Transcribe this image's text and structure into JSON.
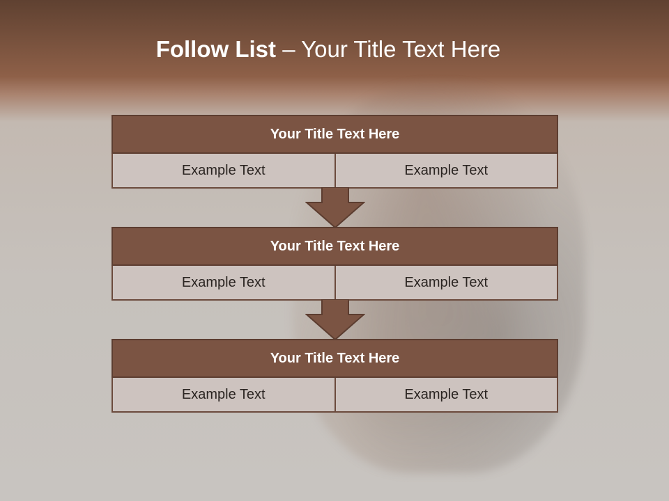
{
  "slide": {
    "title_bold": "Follow List",
    "title_rest": " – Your Title Text Here"
  },
  "steps": [
    {
      "title": "Your Title Text Here",
      "left": "Example Text",
      "right": "Example Text"
    },
    {
      "title": "Your Title Text Here",
      "left": "Example Text",
      "right": "Example Text"
    },
    {
      "title": "Your Title Text Here",
      "left": "Example Text",
      "right": "Example Text"
    }
  ],
  "colors": {
    "header_fill": "#7b5443",
    "cell_fill": "#cdc3bf",
    "arrow_fill": "#7b5443",
    "top_band": "#8e6048"
  }
}
